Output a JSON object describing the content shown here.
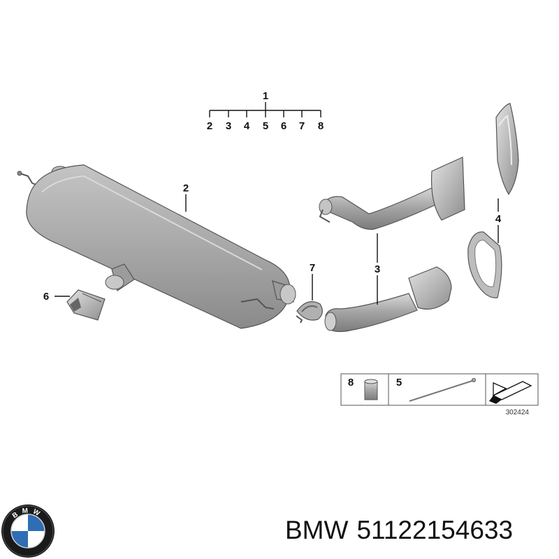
{
  "callouts": {
    "c1": "1",
    "c2_top": "2",
    "c3_top": "3",
    "c4_top": "4",
    "c5_top": "5",
    "c6_top": "6",
    "c7_top": "7",
    "c8_top": "8",
    "c2": "2",
    "c3": "3",
    "c4": "4",
    "c6": "6",
    "c7": "7"
  },
  "legend_box": {
    "item8": "8",
    "item5": "5"
  },
  "diagram_number": "302424",
  "caption": {
    "brand": "BMW",
    "part_number": "51122154633"
  },
  "logo": {
    "letters": "BMW",
    "colors": {
      "blue": "#2f6db5",
      "ring": "#1a1a1a",
      "white": "#ffffff"
    }
  },
  "colors": {
    "part_fill": "#a9a9a9",
    "part_dark": "#7f7f7f",
    "part_light": "#d4d4d4"
  }
}
